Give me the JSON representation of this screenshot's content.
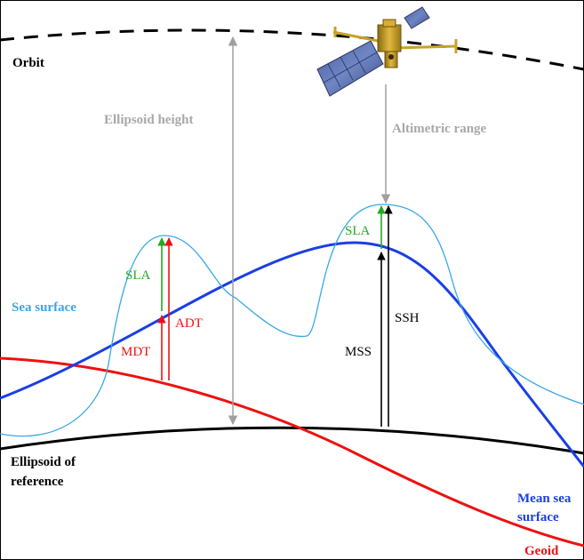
{
  "labels": {
    "orbit": "Orbit",
    "ellipsoid_height": "Ellipsoid height",
    "altimetric_range": "Altimetric range",
    "sea_surface": "Sea surface",
    "ellipsoid_of_reference": [
      "Ellipsoid of",
      "reference"
    ],
    "mean_sea_surface": [
      "Mean sea",
      "surface"
    ],
    "geoid": "Geoid",
    "sla_left": "SLA",
    "sla_right": "SLA",
    "adt": "ADT",
    "mdt": "MDT",
    "mss": "MSS",
    "ssh": "SSH"
  },
  "colors": {
    "orbit": "#000000",
    "ellipsoid": "#000000",
    "geoid": "#ee1111",
    "mean_sea_surface": "#1a3ee6",
    "sea_surface": "#3aa7e8",
    "grey_arrows": "#a0a0a0",
    "sla": "#22aa22",
    "adt_mdt": "#ee1111",
    "mss_ssh": "#000000",
    "label_grey": "#a8a8a8",
    "frame": "#000000"
  },
  "icons": {
    "satellite": "satellite-icon"
  }
}
